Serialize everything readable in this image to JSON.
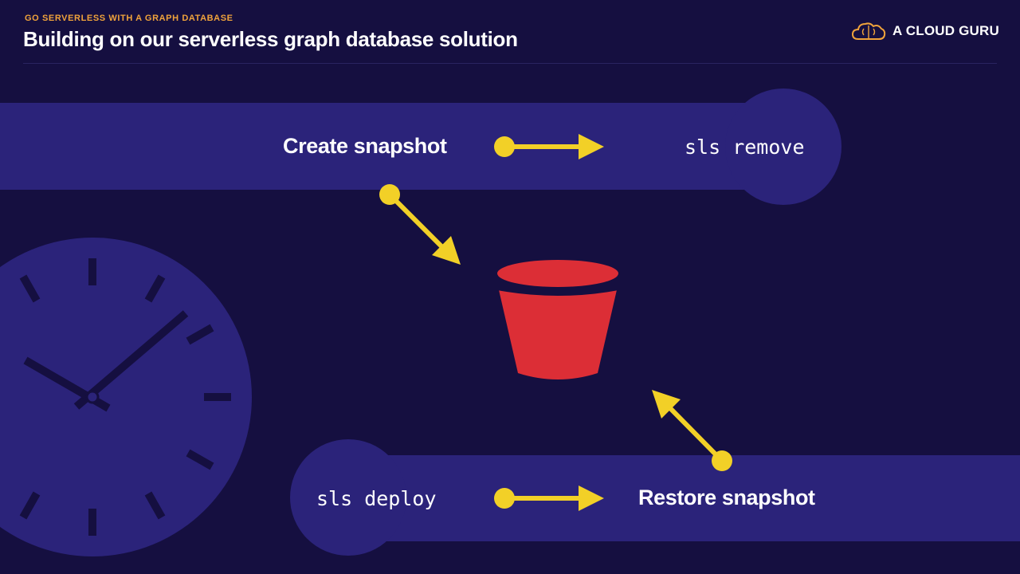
{
  "header": {
    "eyebrow": "GO SERVERLESS WITH A GRAPH DATABASE",
    "title": "Building on our serverless graph database solution"
  },
  "logo": {
    "text": "A CLOUD GURU",
    "icon": "cloud-brain-icon"
  },
  "diagram": {
    "top_left_label": "Create snapshot",
    "top_right_label": "sls remove",
    "bottom_left_label": "sls deploy",
    "bottom_right_label": "Restore snapshot",
    "center_icon": "s3-bucket-icon",
    "background_icon": "clock-icon"
  },
  "colors": {
    "background": "#150f40",
    "band": "#2b237a",
    "arrow": "#f2d027",
    "bucket": "#dc2e36",
    "accent": "#f0a33b"
  }
}
